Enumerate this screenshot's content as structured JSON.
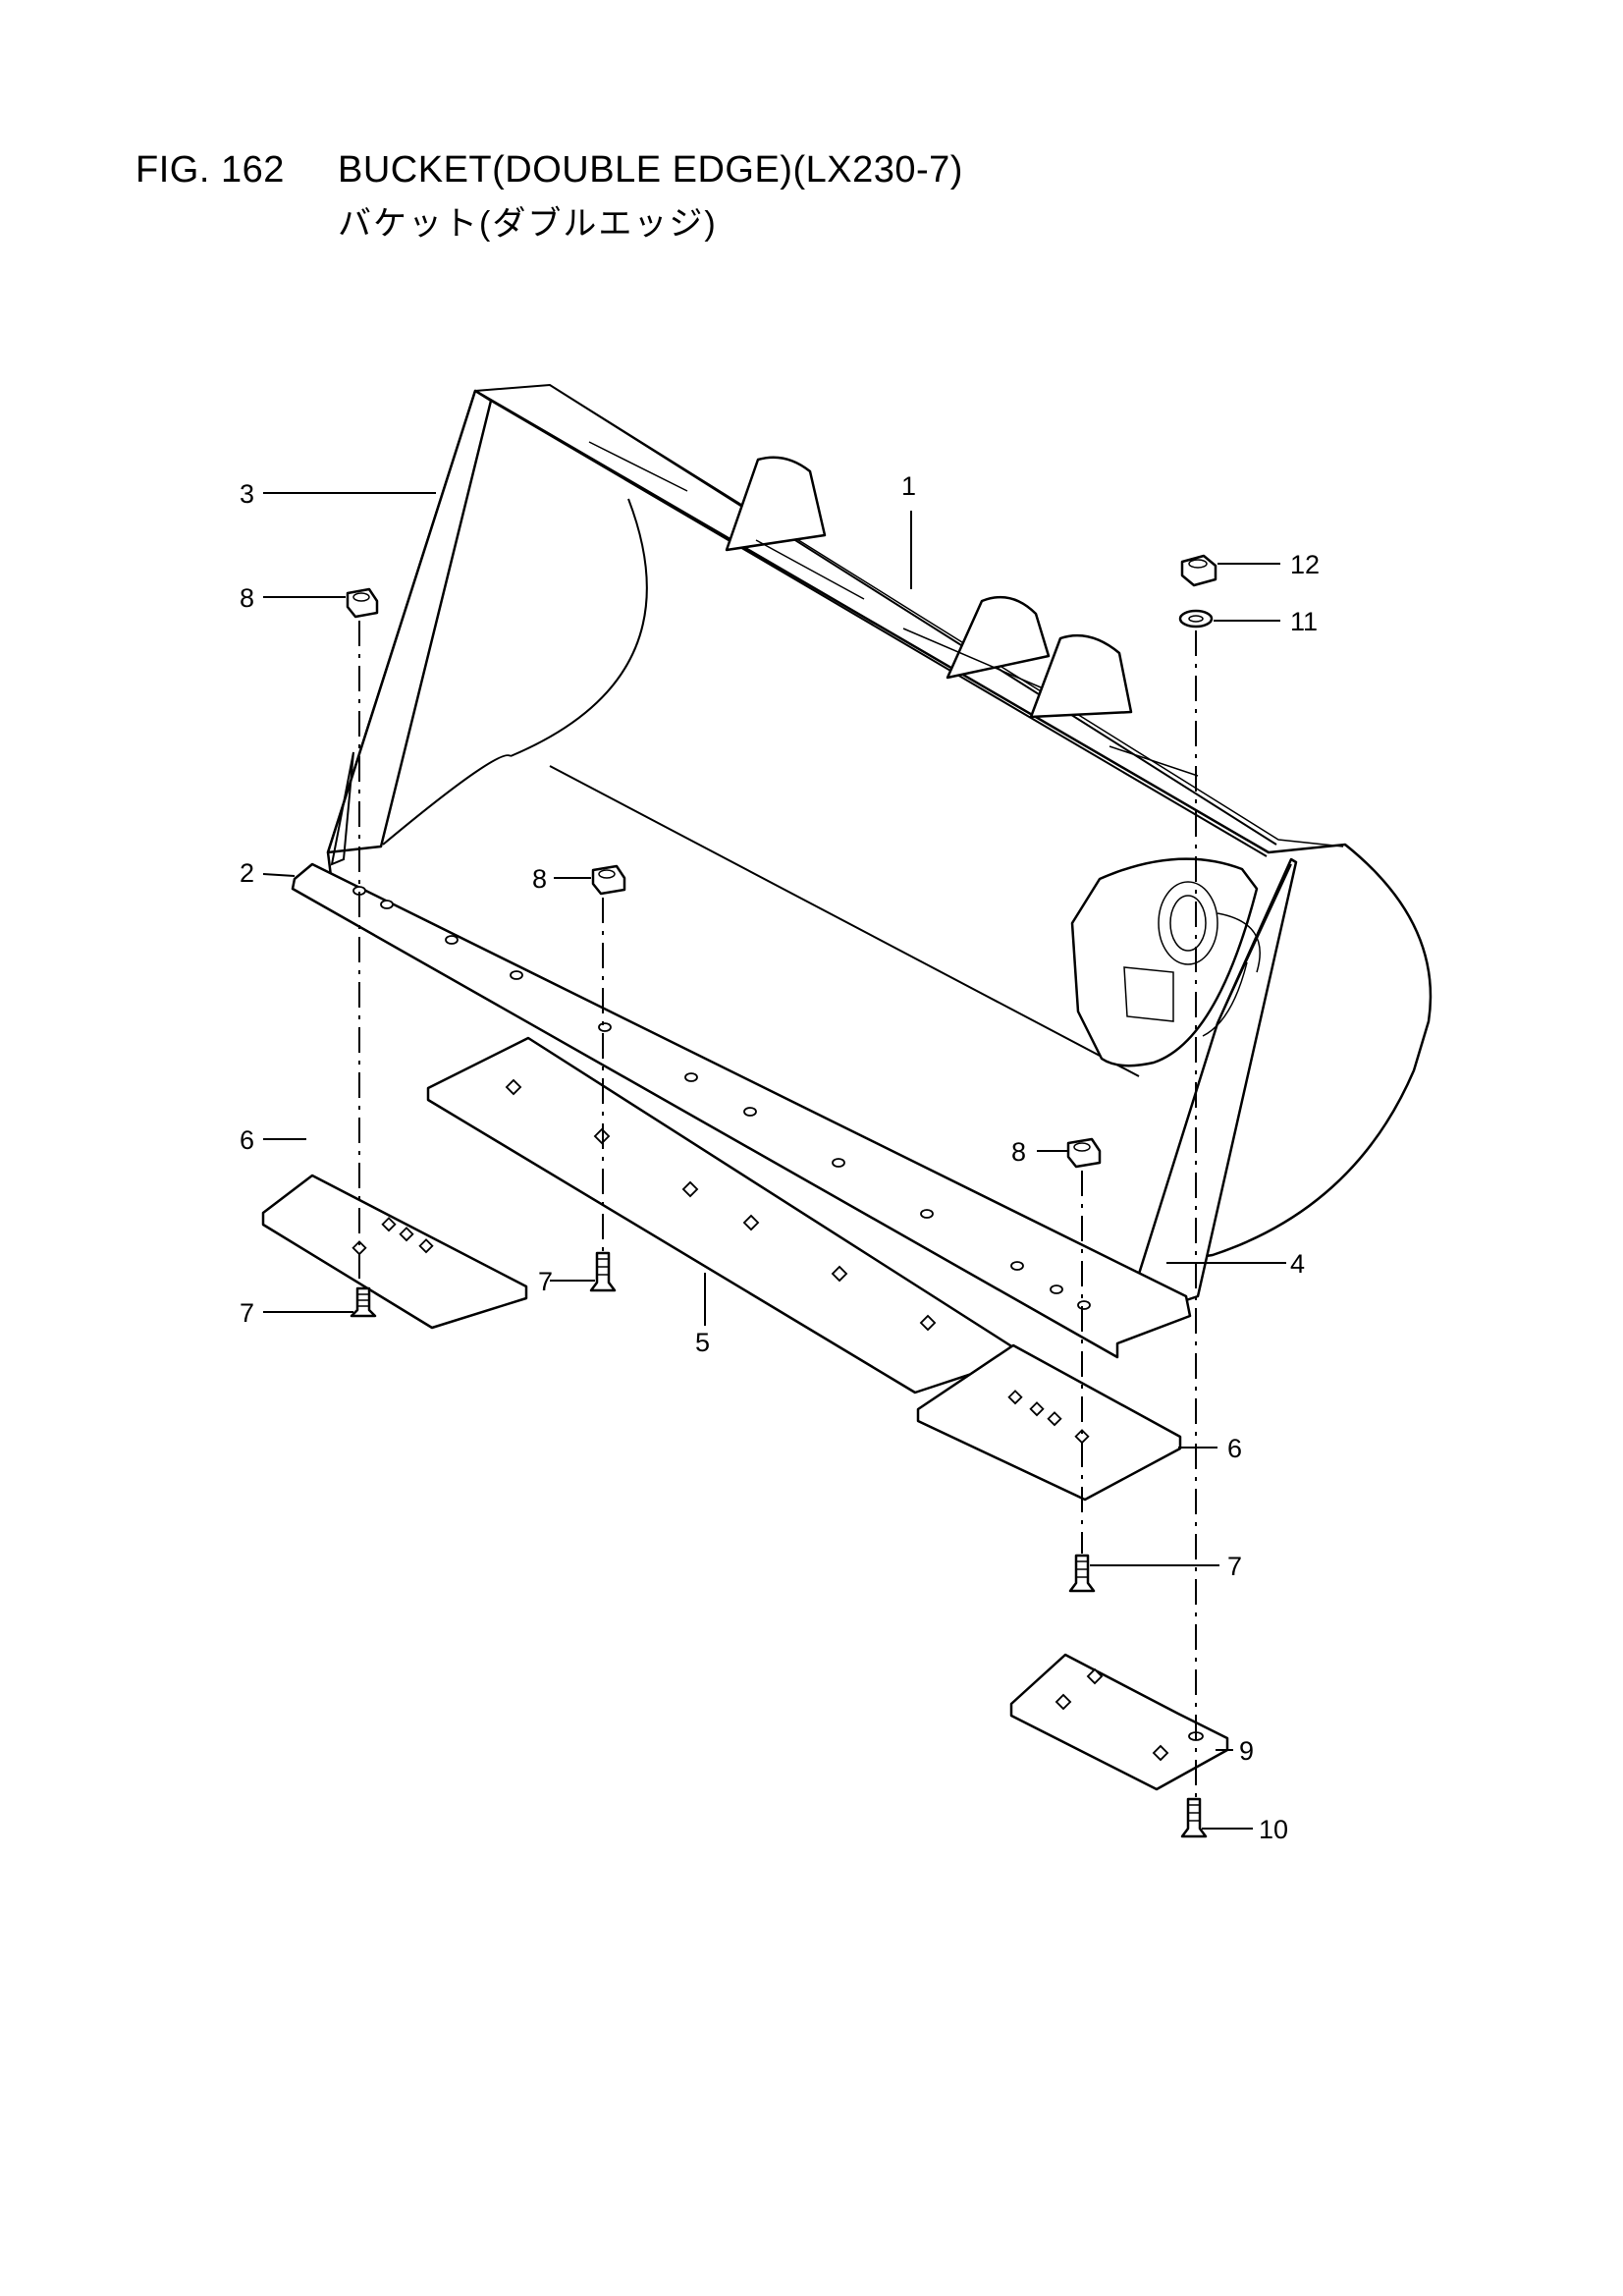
{
  "figure": {
    "number": "FIG. 162",
    "title": "BUCKET(DOUBLE EDGE)(LX230-7)",
    "subtitle": "バケット(ダブルエッジ)"
  },
  "callouts": [
    "1",
    "2",
    "3",
    "4",
    "5",
    "6",
    "6",
    "7",
    "7",
    "7",
    "8",
    "8",
    "8",
    "9",
    "10",
    "11",
    "12"
  ]
}
